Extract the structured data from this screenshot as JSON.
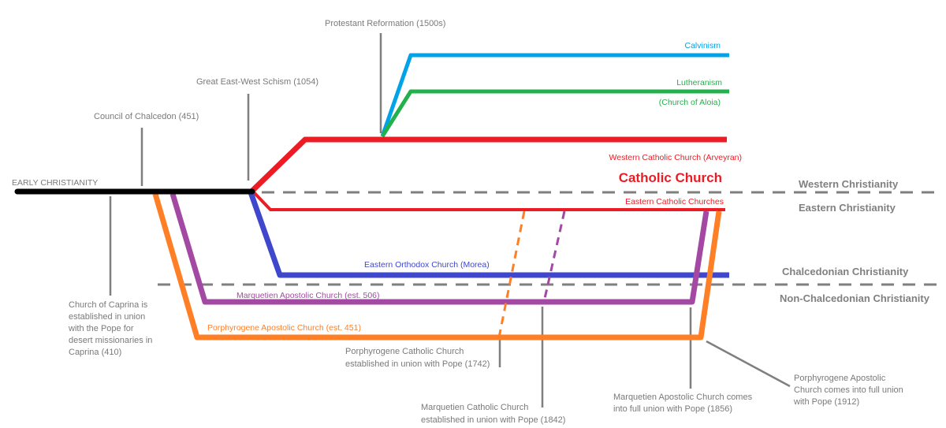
{
  "colors": {
    "early": "#000000",
    "catholic": "#ed1c24",
    "calvinism": "#00a2e8",
    "lutheranism": "#22b14c",
    "orthodox": "#3f48cc",
    "marquetien": "#a349a4",
    "porphyrogene": "#ff7f27",
    "annotation": "#7f7f7f",
    "divider": "#7f7f7f"
  },
  "root": {
    "label": "EARLY CHRISTIANITY"
  },
  "events": {
    "chalcedon": "Council of Chalcedon (451)",
    "schism": "Great East-West Schism (1054)",
    "reformation": "Protestant Reformation (1500s)"
  },
  "branches": {
    "calvinism": "Calvinism",
    "lutheranism": "Lutheranism",
    "lutheranism_sub": "(Church of Aloia)",
    "western_catholic": "Western Catholic Church (Arveyran)",
    "catholic_church": "Catholic Church",
    "eastern_catholic": "Eastern Catholic Churches",
    "eastern_orthodox": "Eastern Orthodox Church (Morea)",
    "marquetien": "Marquetien Apostolic Church (est. 506)",
    "porphyrogene": "Porphyrogene Apostolic Church (est. 451)"
  },
  "regions": {
    "western": "Western Christianity",
    "eastern": "Eastern Christianity",
    "chalcedonian": "Chalcedonian Christianity",
    "non_chalcedonian": "Non-Chalcedonian Christianity"
  },
  "notes": {
    "caprina": [
      "Church of Caprina is",
      "established in union",
      "with the Pope for",
      "desert missionaries in",
      "Caprina (410)"
    ],
    "porphyrogene_catholic": [
      "Porphyrogene Catholic Church",
      "established in union with Pope (1742)"
    ],
    "marquetien_catholic": [
      "Marquetien Catholic Church",
      "established in union with Pope (1842)"
    ],
    "marquetien_union": [
      "Marquetien Apostolic Church comes",
      "into full union with Pope (1856)"
    ],
    "porphyrogene_union": [
      "Porphyrogene Apostolic",
      "Church comes into full union",
      "with Pope (1912)"
    ]
  }
}
